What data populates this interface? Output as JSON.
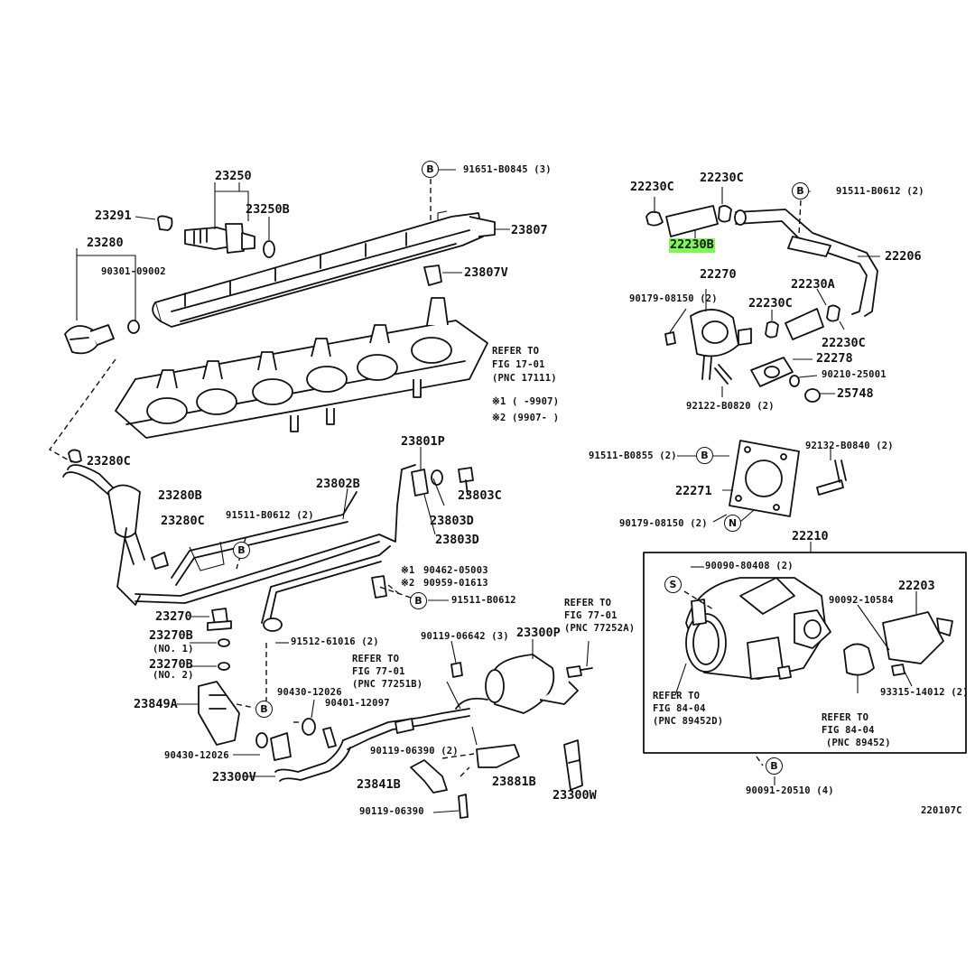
{
  "diagram_id": "220107C",
  "highlight_color": "#7CFC4A",
  "circle_markers": [
    "B",
    "S",
    "N"
  ],
  "parts": {
    "p23250": "23250",
    "p23291": "23291",
    "p23250B": "23250B",
    "p23280": "23280",
    "p90301": "90301-09002",
    "p23807": "23807",
    "p23807V": "23807V",
    "p91651": "91651-B0845 (3)",
    "p23280C_a": "23280C",
    "p23280B": "23280B",
    "p23280C_b": "23280C",
    "p23802B": "23802B",
    "p91511_b0612_a": "91511-B0612 (2)",
    "p23801P": "23801P",
    "p23803C": "23803C",
    "p23803D_a": "23803D",
    "p23803D_b": "23803D",
    "p90462": "90462-05003",
    "p90959": "90959-01613",
    "p91511_b0612_b": "91511-B0612",
    "p23270": "23270",
    "p23270B_a": "23270B",
    "no1": "(NO. 1)",
    "p23270B_b": "23270B",
    "no2": "(NO. 2)",
    "p91512": "91512-61016 (2)",
    "p23849A": "23849A",
    "p90430_a": "90430-12026",
    "p90430_b": "90430-12026",
    "p90401": "90401-12097",
    "p23300V": "23300V",
    "p90119_06642": "90119-06642 (3)",
    "p23300P": "23300P",
    "p90119_06390a": "90119-06390 (2)",
    "p23841B": "23841B",
    "p23881B": "23881B",
    "p23300W": "23300W",
    "p90119_06390b": "90119-06390",
    "p22230C_a": "22230C",
    "p22230C_b": "22230C",
    "p22230B": "22230B",
    "p91511_b0612_c": "91511-B0612 (2)",
    "p22206": "22206",
    "p22270": "22270",
    "p90179_a": "90179-08150 (2)",
    "p22230C_c": "22230C",
    "p22230A": "22230A",
    "p22230C_d": "22230C",
    "p22278": "22278",
    "p90210": "90210-25001",
    "p25748": "25748",
    "p92122": "92122-B0820 (2)",
    "p91511_b0855": "91511-B0855 (2)",
    "p92132": "92132-B0840 (2)",
    "p22271": "22271",
    "p90179_b": "90179-08150 (2)",
    "p22210": "22210",
    "p90090": "90090-80408 (2)",
    "p90092": "90092-10584",
    "p22203": "22203",
    "p93315": "93315-14012 (2)",
    "p90091": "90091-20510 (4)"
  },
  "notes": {
    "star1": "※1 (        -9907)",
    "star2": "※2 (9907-        )",
    "star_pn1": "※1",
    "star_pn2": "※2"
  },
  "refs": {
    "r17_l1": "REFER TO",
    "r17_l2": "FIG 17-01",
    "r17_l3": "(PNC 17111)",
    "r77a_l1": "REFER TO",
    "r77a_l2": "FIG 77-01",
    "r77a_l3": "(PNC 77252A)",
    "r77b_l1": "REFER TO",
    "r77b_l2": "FIG 77-01",
    "r77b_l3": "(PNC 77251B)",
    "r84a_l1": "REFER TO",
    "r84a_l2": "FIG 84-04",
    "r84a_l3": "(PNC 89452D)",
    "r84b_l1": "REFER TO",
    "r84b_l2": "FIG 84-04",
    "r84b_l3": "(PNC 89452)"
  }
}
